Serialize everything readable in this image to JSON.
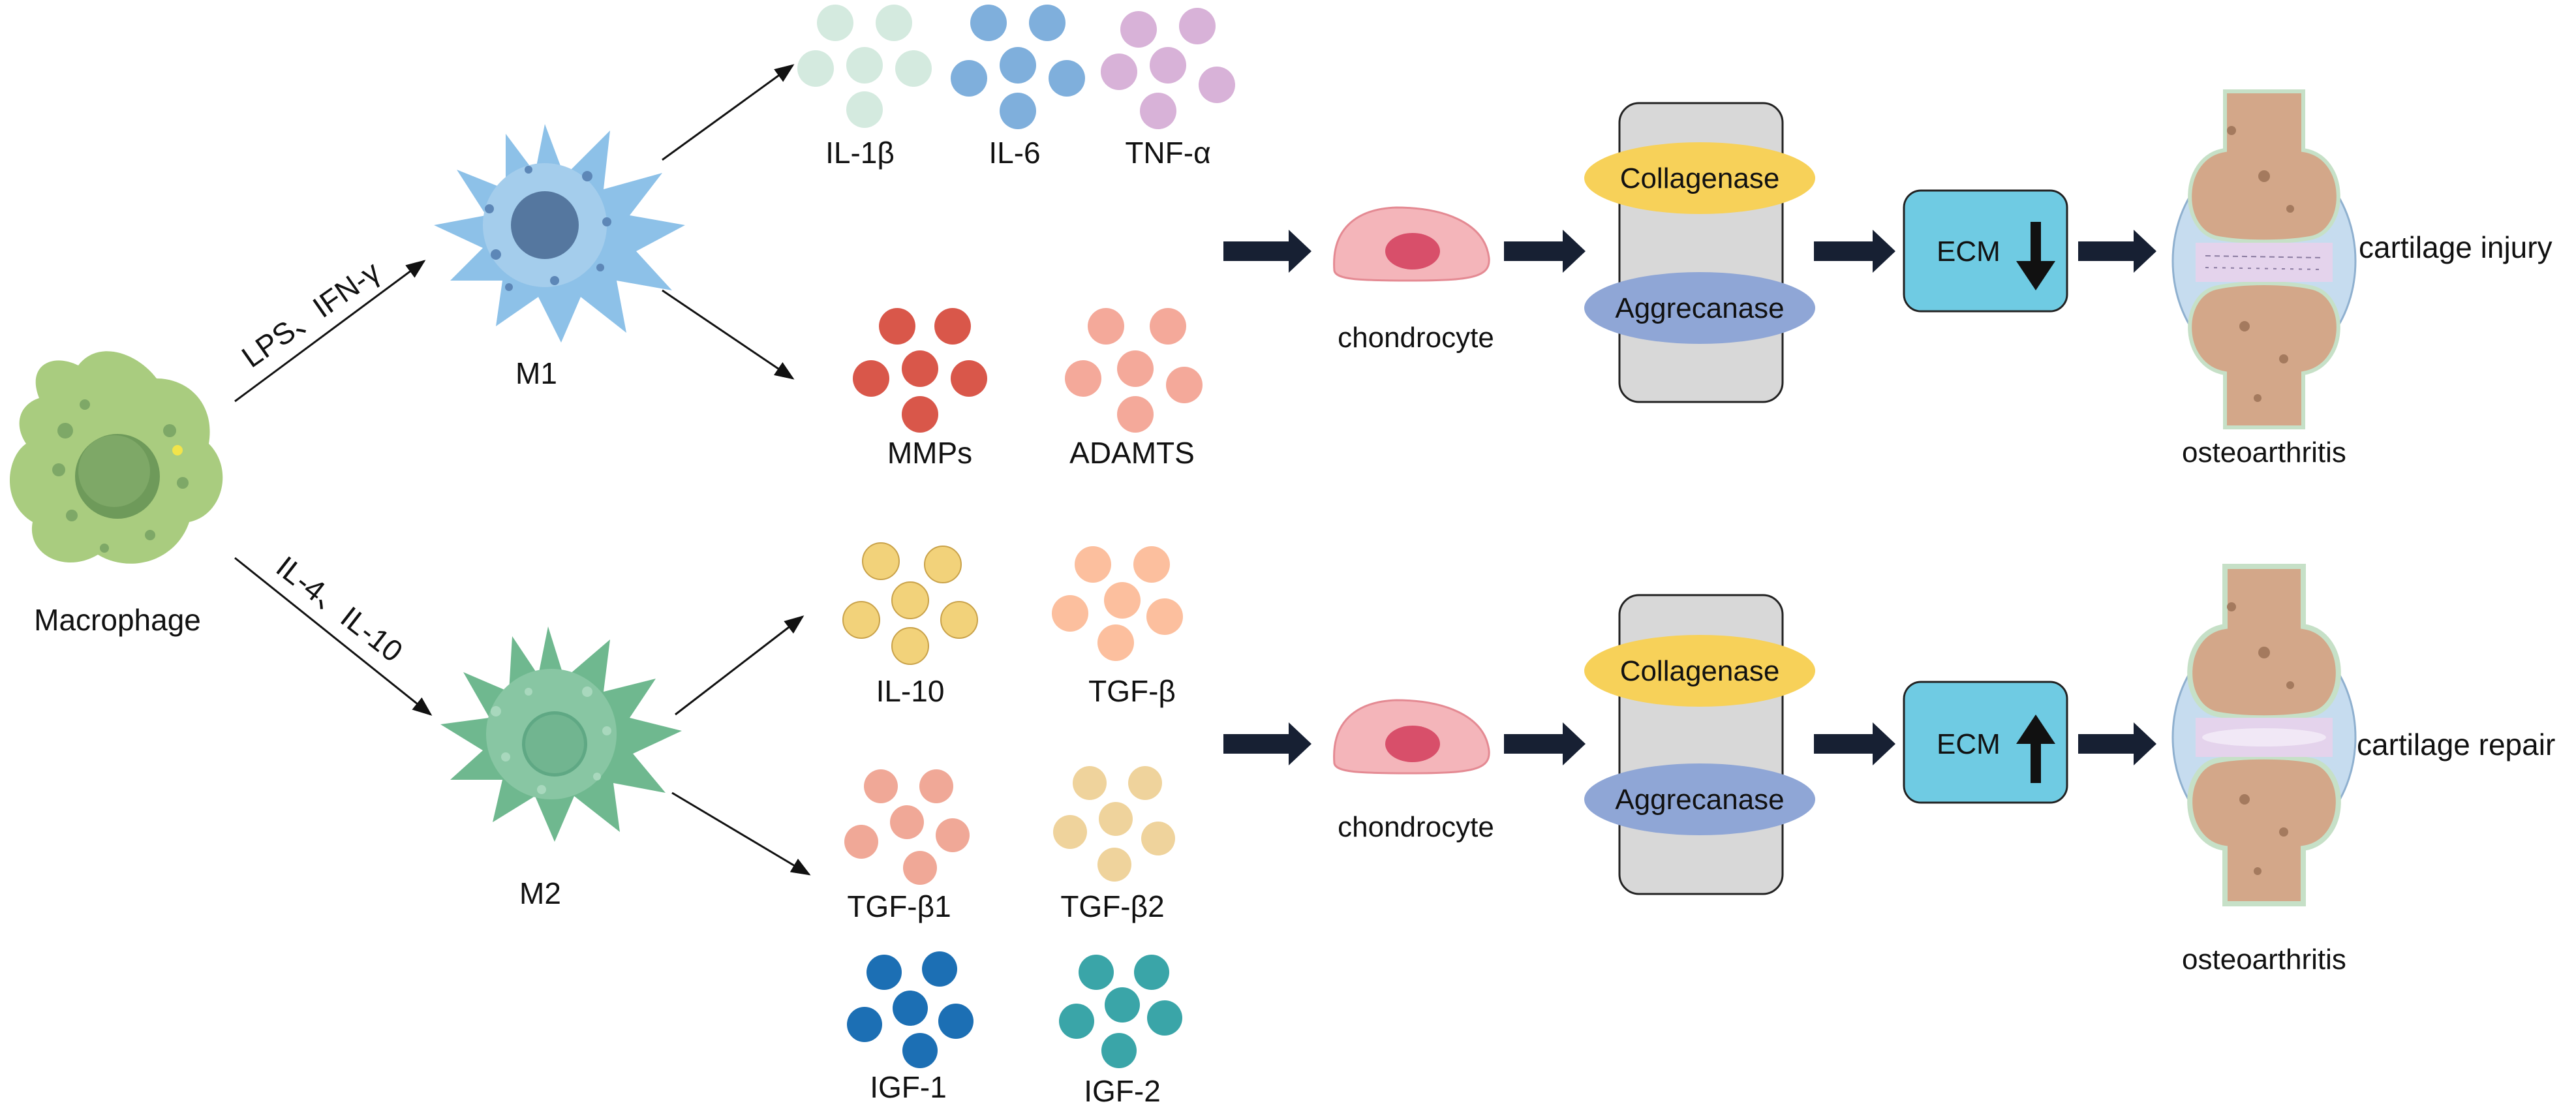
{
  "macrophage": {
    "label": "Macrophage"
  },
  "m1": {
    "label": "M1",
    "stimulus": "LPS、IFN-γ",
    "cytokines": [
      {
        "label": "IL-1β",
        "color": "#d4eadf"
      },
      {
        "label": "IL-6",
        "color": "#7fafdc"
      },
      {
        "label": "TNF-α",
        "color": "#d8b2d8"
      }
    ],
    "enzymes": [
      {
        "label": "MMPs",
        "color": "#d9574a"
      },
      {
        "label": "ADAMTS",
        "color": "#f4a99a"
      }
    ],
    "pathway": {
      "cell": "chondrocyte",
      "enzyme_a": "Collagenase",
      "enzyme_b": "Aggrecanase",
      "ecm": "ECM",
      "ecm_direction": "down",
      "outcome": "cartilage injury",
      "disease": "osteoarthritis"
    }
  },
  "m2": {
    "label": "M2",
    "stimulus": "IL-4、IL-10",
    "factors": [
      {
        "label": "IL-10",
        "color": "#f2d27a"
      },
      {
        "label": "TGF-β",
        "color": "#fcbf9e"
      },
      {
        "label": "TGF-β1",
        "color": "#f0a897"
      },
      {
        "label": "TGF-β2",
        "color": "#efd39c"
      },
      {
        "label": "IGF-1",
        "color": "#1c6fb4"
      },
      {
        "label": "IGF-2",
        "color": "#3aa5a8"
      }
    ],
    "pathway": {
      "cell": "chondrocyte",
      "enzyme_a": "Collagenase",
      "enzyme_b": "Aggrecanase",
      "ecm": "ECM",
      "ecm_direction": "up",
      "outcome": "cartilage repair",
      "disease": "osteoarthritis"
    }
  },
  "colors": {
    "macrophage": "#a9cc7f",
    "m1_cell": "#8dc1e8",
    "m2_cell": "#6fb88f",
    "collagenase": "#f7d159",
    "aggrecanase": "#8fa6d6",
    "ecm_box": "#6fcbe3",
    "arrow": "#172033",
    "chondrocyte": "#f4b5ba",
    "enzyme_panel": "#d8d8d8"
  }
}
